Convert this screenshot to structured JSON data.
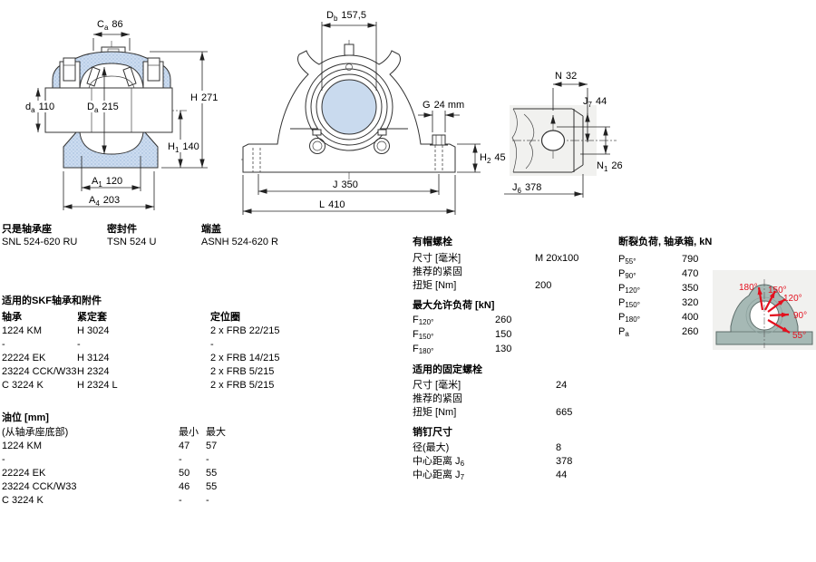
{
  "drawings": {
    "front": {
      "dims": {
        "ca": {
          "sym": "C",
          "sub": "a",
          "val": "86"
        },
        "h": {
          "sym": "H",
          "sub": "",
          "val": "271"
        },
        "da": {
          "sym": "d",
          "sub": "a",
          "val": "110"
        },
        "Da": {
          "sym": "D",
          "sub": "a",
          "val": "215"
        },
        "h1": {
          "sym": "H",
          "sub": "1",
          "val": "140"
        },
        "a1": {
          "sym": "A",
          "sub": "1",
          "val": "120"
        },
        "a4": {
          "sym": "A",
          "sub": "4",
          "val": "203"
        }
      }
    },
    "side": {
      "dims": {
        "db": {
          "sym": "D",
          "sub": "b",
          "val": "157,5"
        },
        "g": {
          "sym": "G",
          "sub": "",
          "val": "24 mm"
        },
        "h2": {
          "sym": "H",
          "sub": "2",
          "val": "45"
        },
        "j": {
          "sym": "J",
          "sub": "",
          "val": "350"
        },
        "l": {
          "sym": "L",
          "sub": "",
          "val": "410"
        }
      }
    },
    "end": {
      "dims": {
        "n": {
          "sym": "N",
          "sub": "",
          "val": "32"
        },
        "j7": {
          "sym": "J",
          "sub": "7",
          "val": "44"
        },
        "n1": {
          "sym": "N",
          "sub": "1",
          "val": "26"
        },
        "j6": {
          "sym": "J",
          "sub": "6",
          "val": "378"
        }
      }
    }
  },
  "parts": {
    "housing_label": "只是轴承座",
    "housing_value": "SNL 524-620 RU",
    "seal_label": "密封件",
    "seal_value": "TSN 524 U",
    "cover_label": "端盖",
    "cover_value": "ASNH 524-620 R"
  },
  "bearings_table": {
    "title": "适用的SKF轴承和附件",
    "headers": [
      "轴承",
      "紧定套",
      "定位圈"
    ],
    "rows": [
      [
        "1224 KM",
        "H 3024",
        "2 x FRB 22/215"
      ],
      [
        "-",
        "-",
        "-"
      ],
      [
        "22224 EK",
        "H 3124",
        "2 x FRB 14/215"
      ],
      [
        "23224 CCK/W33",
        "H 2324",
        "2 x FRB 5/215"
      ],
      [
        "C 3224 K",
        "H 2324 L",
        "2 x FRB 5/215"
      ]
    ]
  },
  "oil_table": {
    "title": "油位 [mm]",
    "subtitle": "(从轴承座底部)",
    "min_header": "最小",
    "max_header": "最大",
    "rows": [
      [
        "1224 KM",
        "47",
        "57"
      ],
      [
        "-",
        "-",
        "-"
      ],
      [
        "22224 EK",
        "50",
        "55"
      ],
      [
        "23224 CCK/W33",
        "46",
        "55"
      ],
      [
        "C 3224 K",
        "-",
        "-"
      ]
    ]
  },
  "cap_bolts": {
    "title": "有帽螺栓",
    "size_label": "尺寸 [毫米]",
    "size_value": "M 20x100",
    "torque_label1": "推荐的紧固",
    "torque_label2": "扭矩 [Nm]",
    "torque_value": "200"
  },
  "max_load": {
    "title": "最大允许负荷 [kN]",
    "rows": [
      {
        "base": "F",
        "sub": "120°",
        "value": "260"
      },
      {
        "base": "F",
        "sub": "150°",
        "value": "150"
      },
      {
        "base": "F",
        "sub": "180°",
        "value": "130"
      }
    ]
  },
  "attach_bolts": {
    "title": "适用的固定螺栓",
    "size_label": "尺寸 [毫米]",
    "size_value": "24",
    "torque_label1": "推荐的紧固",
    "torque_label2": "扭矩 [Nm]",
    "torque_value": "665"
  },
  "dowel_pins": {
    "title": "销钉尺寸",
    "rows": [
      {
        "label": "径(最大)",
        "sub": "",
        "value": "8"
      },
      {
        "label": "中心距离 J",
        "sub": "6",
        "value": "378"
      },
      {
        "label": "中心距离 J",
        "sub": "7",
        "value": "44"
      }
    ]
  },
  "breaking_loads": {
    "title": "断裂负荷, 轴承箱, kN",
    "rows": [
      {
        "base": "P",
        "sub": "55°",
        "value": "790"
      },
      {
        "base": "P",
        "sub": "90°",
        "value": "470"
      },
      {
        "base": "P",
        "sub": "120°",
        "value": "350"
      },
      {
        "base": "P",
        "sub": "150°",
        "value": "320"
      },
      {
        "base": "P",
        "sub": "180°",
        "value": "400"
      },
      {
        "base": "P",
        "sub": "a",
        "value": "260"
      }
    ]
  },
  "angle_diagram": {
    "labels": [
      "180°",
      "150°",
      "120°",
      "90°",
      "55°"
    ],
    "arrow_color": "#e3101e",
    "housing_color": "#a6b9b5",
    "background_color": "#f1f1ef"
  }
}
